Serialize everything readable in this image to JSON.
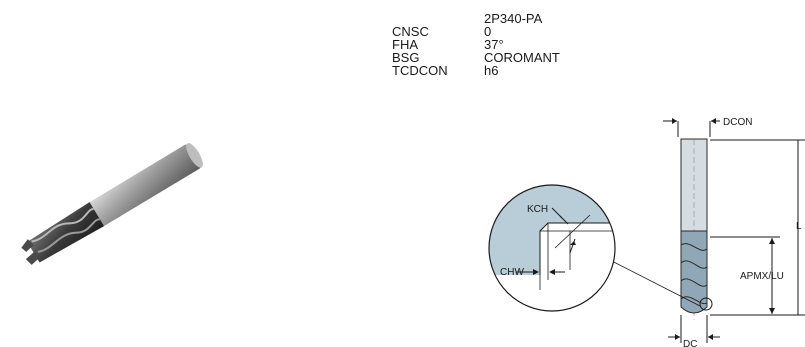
{
  "spec": {
    "rows": [
      {
        "key": "",
        "value": "2P340-PA"
      },
      {
        "key": "CNSC",
        "value": "0"
      },
      {
        "key": "FHA",
        "value": "37°"
      },
      {
        "key": "BSG",
        "value": "COROMANT"
      },
      {
        "key": "TCDCON",
        "value": "h6"
      }
    ]
  },
  "drawing": {
    "labels": {
      "dcon": "DCON",
      "kch": "KCH",
      "chw": "CHW",
      "apmx_lu": "APMX/LU",
      "dc": "DC",
      "l": "L"
    }
  }
}
